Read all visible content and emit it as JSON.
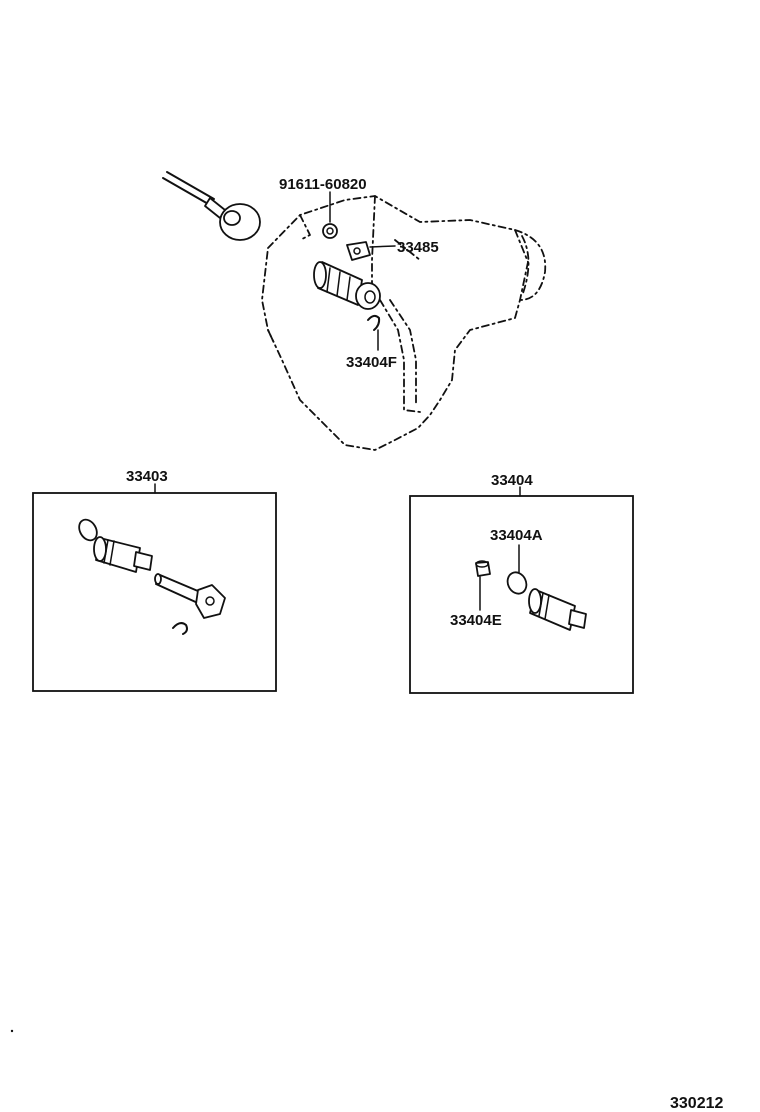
{
  "labels": {
    "bolt": "91611-60820",
    "clamp": "33485",
    "clip": "33404F",
    "kit_left": "33403",
    "kit_right": "33404",
    "o_ring": "33404A",
    "bushing": "33404E",
    "figure_id": "330212"
  }
}
